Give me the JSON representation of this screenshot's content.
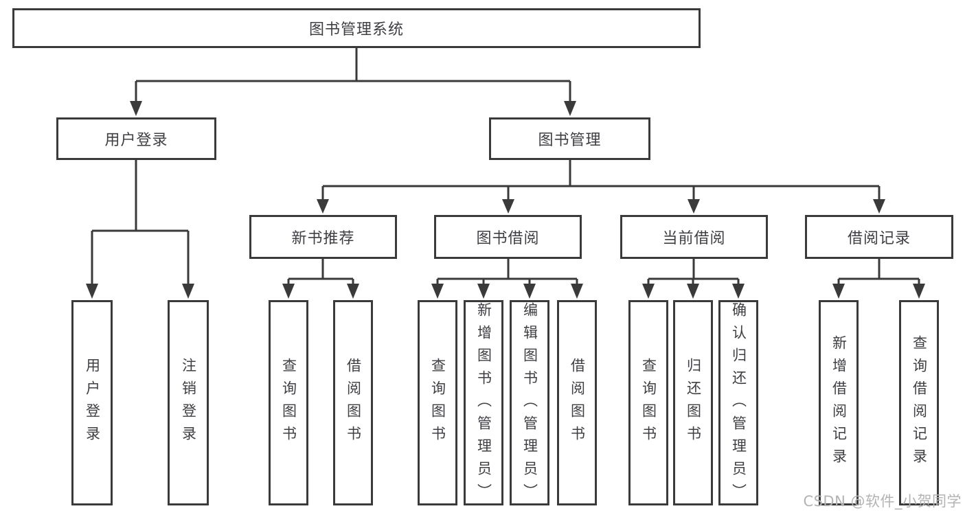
{
  "tree": {
    "root": {
      "label": "图书管理系统",
      "children": [
        {
          "label": "用户登录",
          "children": [
            {
              "label": "用户登录"
            },
            {
              "label": "注销登录"
            }
          ]
        },
        {
          "label": "图书管理",
          "children": [
            {
              "label": "新书推荐",
              "children": [
                {
                  "label": "查询图书"
                },
                {
                  "label": "借阅图书"
                }
              ]
            },
            {
              "label": "图书借阅",
              "children": [
                {
                  "label": "查询图书"
                },
                {
                  "label": "新增图书（管理员）"
                },
                {
                  "label": "编辑图书（管理员）"
                },
                {
                  "label": "借阅图书"
                }
              ]
            },
            {
              "label": "当前借阅",
              "children": [
                {
                  "label": "查询图书"
                },
                {
                  "label": "归还图书"
                },
                {
                  "label": "确认归还（管理员）"
                }
              ]
            },
            {
              "label": "借阅记录",
              "children": [
                {
                  "label": "新增借阅记录"
                },
                {
                  "label": "查询借阅记录"
                }
              ]
            }
          ]
        }
      ]
    }
  },
  "watermark": {
    "text": "CSDN @软件_小贺同学"
  },
  "colors": {
    "line": "#3a3a3a",
    "box_border": "#3a3a3a",
    "text": "#3e3e43",
    "watermark": "#b3b3b3",
    "background": "#ffffff"
  }
}
